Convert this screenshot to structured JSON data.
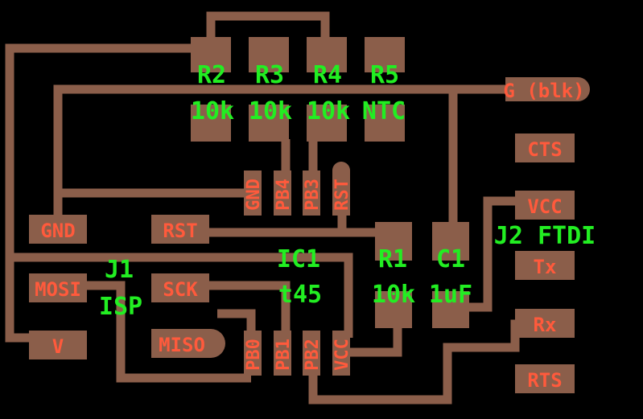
{
  "colors": {
    "background": "#000000",
    "copper": "#8B5E4A",
    "component_label": "#22EE22",
    "pad_label": "#FF5A3C"
  },
  "components": {
    "r2": {
      "ref": "R2",
      "value": "10k"
    },
    "r3": {
      "ref": "R3",
      "value": "10k"
    },
    "r4": {
      "ref": "R4",
      "value": "10k"
    },
    "r5": {
      "ref": "R5",
      "value": "NTC"
    },
    "r1": {
      "ref": "R1",
      "value": "10k"
    },
    "c1": {
      "ref": "C1",
      "value": "1uF"
    },
    "ic1": {
      "ref": "IC1",
      "value": "t45"
    },
    "j1": {
      "ref": "J1",
      "value": "ISP"
    },
    "j2": {
      "ref": "J2 FTDI"
    }
  },
  "pads": {
    "g_blk": "G (blk)",
    "cts": "CTS",
    "vcc": "VCC",
    "tx": "Tx",
    "rx": "Rx",
    "rts": "RTS",
    "gnd": "GND",
    "rst": "RST",
    "mosi": "MOSI",
    "sck": "SCK",
    "miso": "MISO",
    "v": "V"
  },
  "ic_pins": {
    "top": [
      "GND",
      "PB4",
      "PB3",
      "RST"
    ],
    "bottom": [
      "PB0",
      "PB1",
      "PB2",
      "VCC"
    ]
  }
}
